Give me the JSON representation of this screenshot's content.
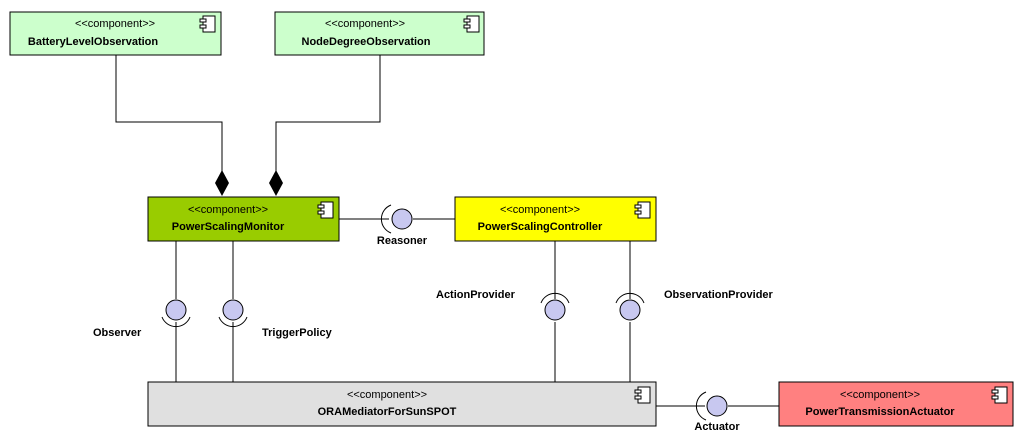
{
  "colors": {
    "observation": "#ccffcc",
    "monitor": "#99cc00",
    "controller": "#ffff00",
    "mediator": "#e0e0e0",
    "actuator": "#ff8080",
    "ball": "#c8c8f0",
    "line": "#000000"
  },
  "components": {
    "battery": {
      "stereotype": "<<component>>",
      "name": "BatteryLevelObservation",
      "icon": "component-icon"
    },
    "nodedegree": {
      "stereotype": "<<component>>",
      "name": "NodeDegreeObservation",
      "icon": "component-icon"
    },
    "monitor": {
      "stereotype": "<<component>>",
      "name": "PowerScalingMonitor",
      "icon": "component-icon"
    },
    "controller": {
      "stereotype": "<<component>>",
      "name": "PowerScalingController",
      "icon": "component-icon"
    },
    "mediator": {
      "stereotype": "<<component>>",
      "name": "ORAMediatorForSunSPOT",
      "icon": "component-icon"
    },
    "actuator": {
      "stereotype": "<<component>>",
      "name": "PowerTransmissionActuator",
      "icon": "component-icon"
    }
  },
  "interfaces": {
    "reasoner": "Reasoner",
    "observer": "Observer",
    "trigger_policy": "TriggerPolicy",
    "action_provider": "ActionProvider",
    "observation_provider": "ObservationProvider",
    "actuator": "Actuator"
  },
  "connections": [
    {
      "from": "battery",
      "to": "monitor",
      "kind": "composition"
    },
    {
      "from": "nodedegree",
      "to": "monitor",
      "kind": "composition"
    },
    {
      "from": "monitor",
      "to": "controller",
      "kind": "interface",
      "interface": "Reasoner"
    },
    {
      "from": "monitor",
      "to": "mediator",
      "kind": "interface",
      "interface": "Observer"
    },
    {
      "from": "monitor",
      "to": "mediator",
      "kind": "interface",
      "interface": "TriggerPolicy"
    },
    {
      "from": "controller",
      "to": "mediator",
      "kind": "interface",
      "interface": "ActionProvider"
    },
    {
      "from": "controller",
      "to": "mediator",
      "kind": "interface",
      "interface": "ObservationProvider"
    },
    {
      "from": "mediator",
      "to": "actuator",
      "kind": "interface",
      "interface": "Actuator"
    }
  ]
}
